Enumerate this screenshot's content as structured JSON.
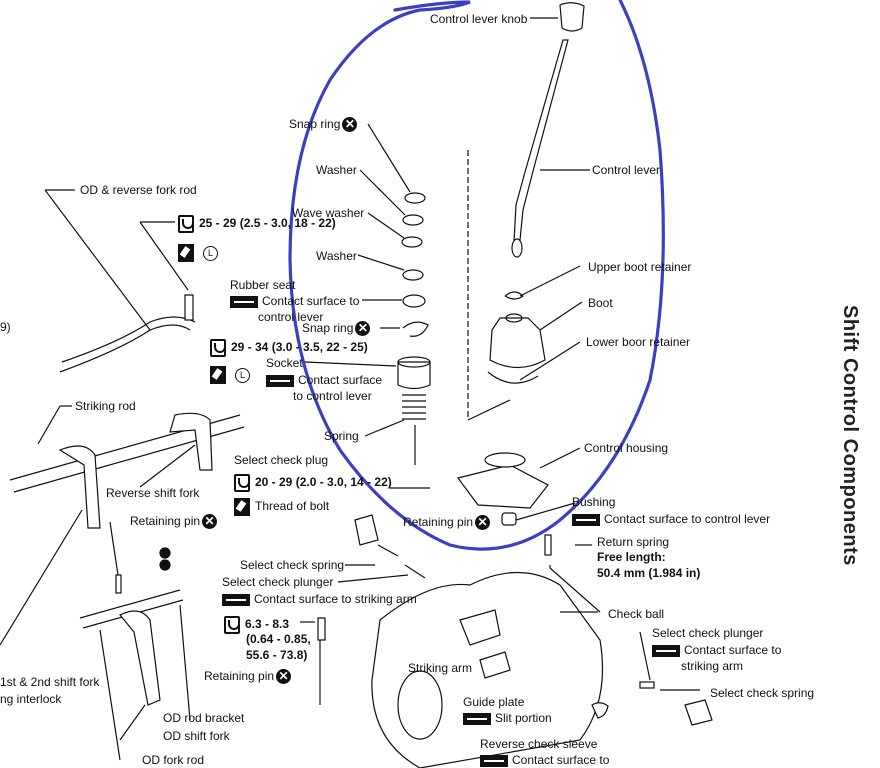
{
  "title": "Shift Control Components",
  "annotation": {
    "type": "hand-drawn circle",
    "color": "#3a3fc4"
  },
  "labels": {
    "control_lever_knob": "Control lever knob",
    "snap_ring_top": "Snap ring",
    "washer_1": "Washer",
    "control_lever": "Control lever",
    "wave_washer": "Wave washer",
    "washer_2": "Washer",
    "upper_boot_retainer": "Upper boot retainer",
    "rubber_seat": "Rubber seat",
    "rubber_seat_note": "Contact surface to",
    "rubber_seat_note2": "control lever",
    "boot": "Boot",
    "snap_ring_2": "Snap ring",
    "lower_boot_retainer": "Lower boor retainer",
    "socket": "Socket",
    "socket_note": "Contact surface",
    "socket_note2": "to control lever",
    "spring": "Spring",
    "control_housing": "Control housing",
    "od_reverse_fork_rod": "OD & reverse fork rod",
    "torque_1": "25 - 29 (2.5 - 3.0, 18 - 22)",
    "torque_2": "29 - 34 (3.0 - 3.5, 22 - 25)",
    "striking_rod": "Striking rod",
    "reverse_shift_fork": "Reverse shift fork",
    "select_check_plug": "Select check plug",
    "torque_3": "20 - 29 (2.0 - 3.0, 14 - 22)",
    "thread_of_bolt": "Thread of bolt",
    "bushing": "Bushing",
    "bushing_note": "Contact surface to control lever",
    "retaining_pin_housing": "Retaining pin",
    "return_spring": "Return spring",
    "free_length_label": "Free length:",
    "free_length_value": "50.4 mm (1.984 in)",
    "retaining_pin_left": "Retaining pin",
    "select_check_spring_left": "Select check spring",
    "select_check_plunger_left": "Select check plunger",
    "plunger_note_left": "Contact surface to striking arm",
    "torque_4_a": "6.3 - 8.3",
    "torque_4_b": "(0.64 - 0.85,",
    "torque_4_c": "55.6 - 73.8)",
    "check_ball": "Check ball",
    "select_check_plunger_right": "Select check plunger",
    "plunger_note_right": "Contact surface to",
    "plunger_note_right2": "striking arm",
    "select_check_spring_right": "Select check spring",
    "retaining_pin_bottom": "Retaining pin",
    "striking_arm": "Striking arm",
    "guide_plate": "Guide plate",
    "slit_portion": "Slit portion",
    "first_second_shift_fork": "1st & 2nd shift fork",
    "interlock": "ng interlock",
    "od_rod_bracket": "OD rod bracket",
    "od_shift_fork": "OD shift fork",
    "od_fork_rod": "OD fork rod",
    "reverse_check_sleeve": "Reverse check sleeve",
    "reverse_check_note": "Contact surface to",
    "cut_left_1": "9)",
    "lock_symbol": "L",
    "x_symbol": "✕"
  }
}
